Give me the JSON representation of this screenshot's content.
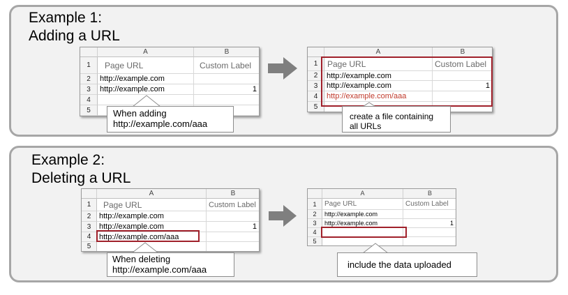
{
  "example1": {
    "title_line1": "Example 1:",
    "title_line2": "Adding a URL",
    "before": {
      "col_a": "A",
      "col_b": "B",
      "rows": [
        "1",
        "2",
        "3",
        "4",
        "5"
      ],
      "header_a": "Page URL",
      "header_b": "Custom Label",
      "r2a": "http://example.com",
      "r3a": "http://example.com",
      "r3b": "1"
    },
    "callout": {
      "line1": "When adding",
      "line2": "http://example.com/aaa"
    },
    "after": {
      "col_a": "A",
      "col_b": "B",
      "rows": [
        "1",
        "2",
        "3",
        "4",
        "5"
      ],
      "header_a": "Page URL",
      "header_b": "Custom Label",
      "r2a": "http://example.com",
      "r3a": "http://example.com",
      "r3b": "1",
      "r4a": "http://example.com/aaa"
    },
    "note": {
      "line1": "create a file containing",
      "line2": "all URLs"
    }
  },
  "example2": {
    "title_line1": "Example 2:",
    "title_line2": "Deleting a URL",
    "before": {
      "col_a": "A",
      "col_b": "B",
      "rows": [
        "1",
        "2",
        "3",
        "4",
        "5"
      ],
      "header_a": "Page URL",
      "header_b": "Custom Label",
      "r2a": "http://example.com",
      "r3a": "http://example.com",
      "r3b": "1",
      "r4a": "http://example.com/aaa"
    },
    "callout": {
      "line1": "When deleting",
      "line2": "http://example.com/aaa"
    },
    "after": {
      "col_a": "A",
      "col_b": "B",
      "rows": [
        "1",
        "2",
        "3",
        "4",
        "5"
      ],
      "header_a": "Page URL",
      "header_b": "Custom Label",
      "r2a": "http://example.com",
      "r3a": "http://example.com",
      "r3b": "1"
    },
    "note": {
      "line1": "include the data uploaded"
    }
  },
  "colors": {
    "panel_bg": "#f2f2f2",
    "panel_border": "#a6a6a6",
    "arrow": "#7f7f7f",
    "highlight": "#a0202a",
    "added_text": "#c0392b"
  },
  "icons": {
    "flow": "right-arrow-icon"
  }
}
